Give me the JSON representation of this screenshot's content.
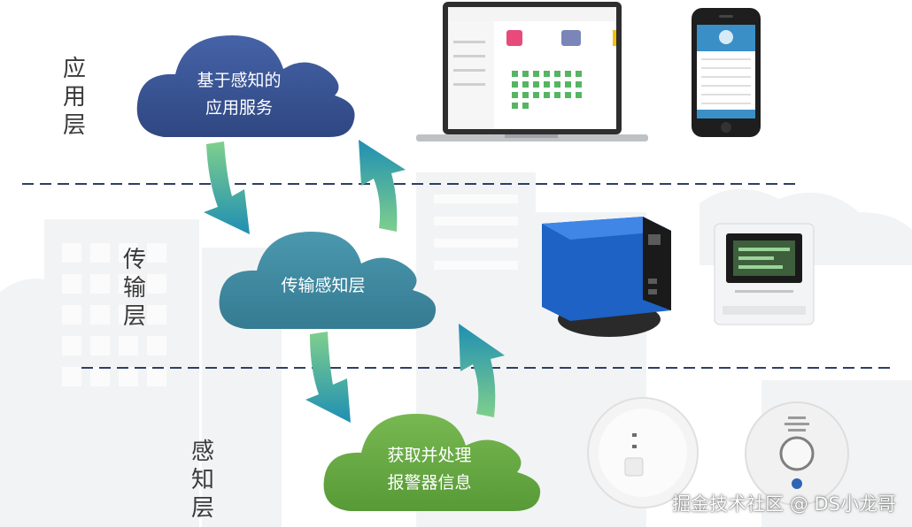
{
  "layers": {
    "application": "应用层",
    "transport": "传输层",
    "perception": "感知层"
  },
  "clouds": {
    "application_line1": "基于感知的",
    "application_line2": "应用服务",
    "transport": "传输感知层",
    "perception_line1": "获取并处理",
    "perception_line2": "报警器信息"
  },
  "watermark": "掘金技术社区 @ DS小龙哥",
  "colors": {
    "application_cloud": "#3b5595",
    "transport_cloud": "#3f8aa1",
    "perception_cloud": "#6aac43",
    "dash_line": "#2d3f66",
    "arrow_teal": "#2a9bb8",
    "arrow_green": "#7fcf8c"
  }
}
